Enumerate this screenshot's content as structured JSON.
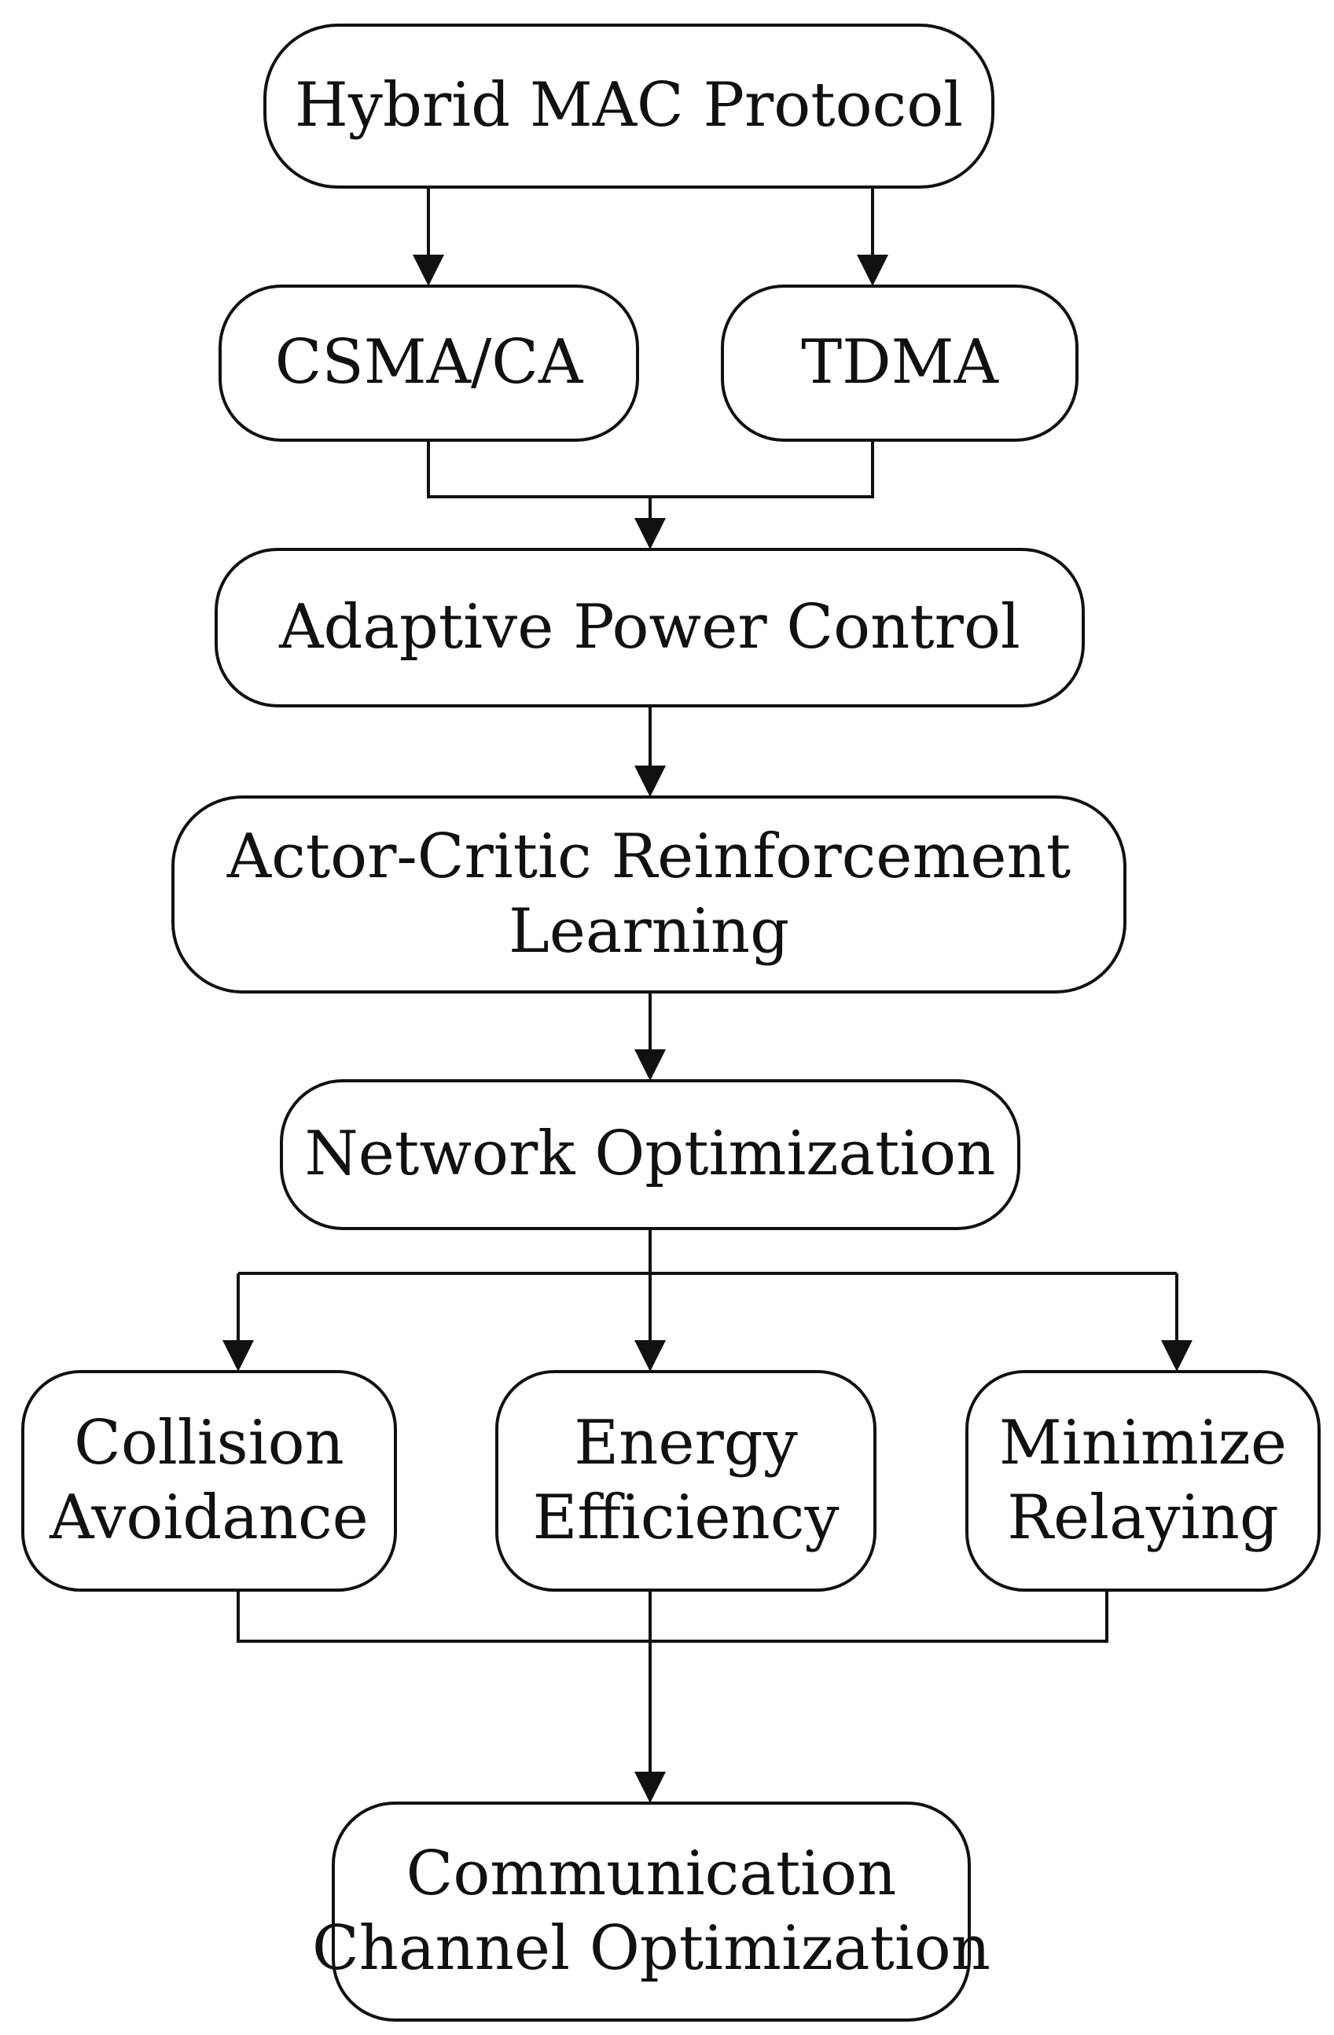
{
  "diagram": {
    "type": "flowchart",
    "colors": {
      "stroke": "#111111",
      "fill": "#ffffff",
      "text": "#111111"
    },
    "nodes": {
      "hybrid_mac": {
        "lines": [
          "Hybrid MAC Protocol"
        ]
      },
      "csma_ca": {
        "lines": [
          "CSMA/CA"
        ]
      },
      "tdma": {
        "lines": [
          "TDMA"
        ]
      },
      "adaptive_power": {
        "lines": [
          "Adaptive Power Control"
        ]
      },
      "actor_critic": {
        "lines": [
          "Actor-Critic Reinforcement",
          "Learning"
        ]
      },
      "network_opt": {
        "lines": [
          "Network Optimization"
        ]
      },
      "collision": {
        "lines": [
          "Collision",
          "Avoidance"
        ]
      },
      "energy": {
        "lines": [
          "Energy",
          "Efficiency"
        ]
      },
      "relaying": {
        "lines": [
          "Minimize",
          "Relaying"
        ]
      },
      "comm_channel": {
        "lines": [
          "Communication",
          "Channel Optimization"
        ]
      }
    },
    "edges": [
      {
        "from": "hybrid_mac",
        "to": "csma_ca"
      },
      {
        "from": "hybrid_mac",
        "to": "tdma"
      },
      {
        "from": "csma_ca",
        "to": "adaptive_power"
      },
      {
        "from": "tdma",
        "to": "adaptive_power"
      },
      {
        "from": "adaptive_power",
        "to": "actor_critic"
      },
      {
        "from": "actor_critic",
        "to": "network_opt"
      },
      {
        "from": "network_opt",
        "to": "collision"
      },
      {
        "from": "network_opt",
        "to": "energy"
      },
      {
        "from": "network_opt",
        "to": "relaying"
      },
      {
        "from": "collision",
        "to": "comm_channel"
      },
      {
        "from": "energy",
        "to": "comm_channel"
      },
      {
        "from": "relaying",
        "to": "comm_channel"
      }
    ]
  }
}
